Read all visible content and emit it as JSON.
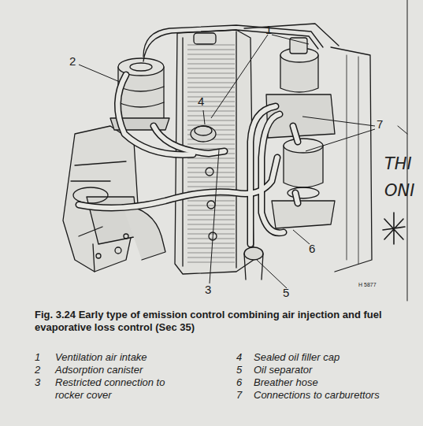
{
  "diagram": {
    "caption": "Fig. 3.24 Early type of emission control combining air injection and fuel evaporative loss control (Sec 35)",
    "labels": [
      "1",
      "2",
      "3",
      "4",
      "5",
      "6",
      "7",
      "H 5877",
      "THI",
      "ONI",
      "1",
      "Ventilation air intake",
      "2",
      "Adsorption canister",
      "3",
      "Restricted connection to rocker cover",
      "4",
      "Sealed oil filler cap",
      "5",
      "Oil separator",
      "6",
      "Breather hose",
      "7",
      "Connections to carburettors"
    ]
  }
}
